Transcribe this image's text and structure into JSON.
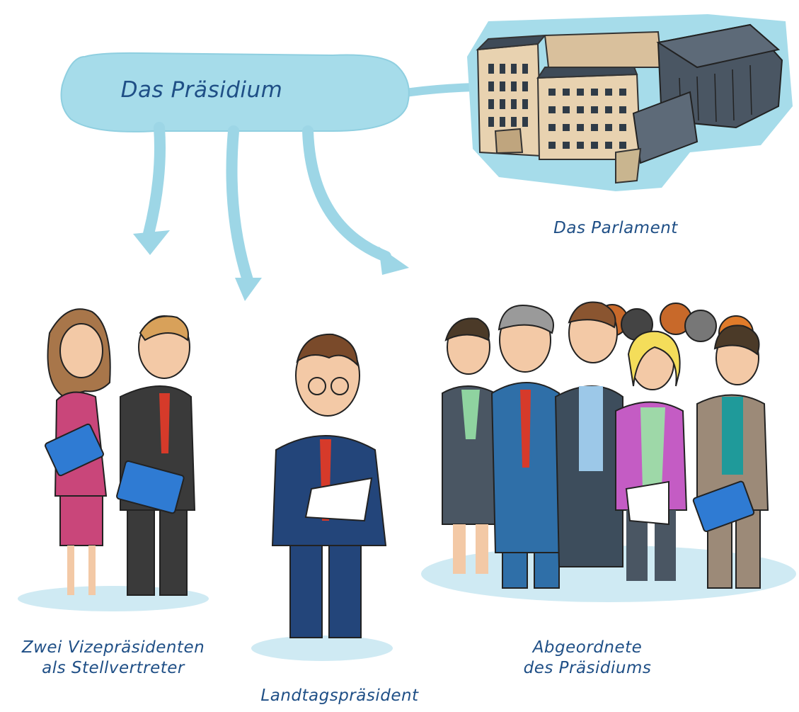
{
  "diagram": {
    "center_node": "Das Präsidium",
    "parliament_label": "Das Parlament",
    "groups": {
      "vize": {
        "line1": "Zwei Vizepräsidenten",
        "line2": "als Stellvertreter"
      },
      "landtag": {
        "label": "Landtagspräsident"
      },
      "abgeordnete": {
        "line1": "Abgeordnete",
        "line2": "des Präsidiums"
      }
    }
  },
  "colors": {
    "bubble": "#a6dcea",
    "arrow": "#9dd6e6",
    "text": "#1f4f86",
    "shadow": "#cfeaf3"
  }
}
